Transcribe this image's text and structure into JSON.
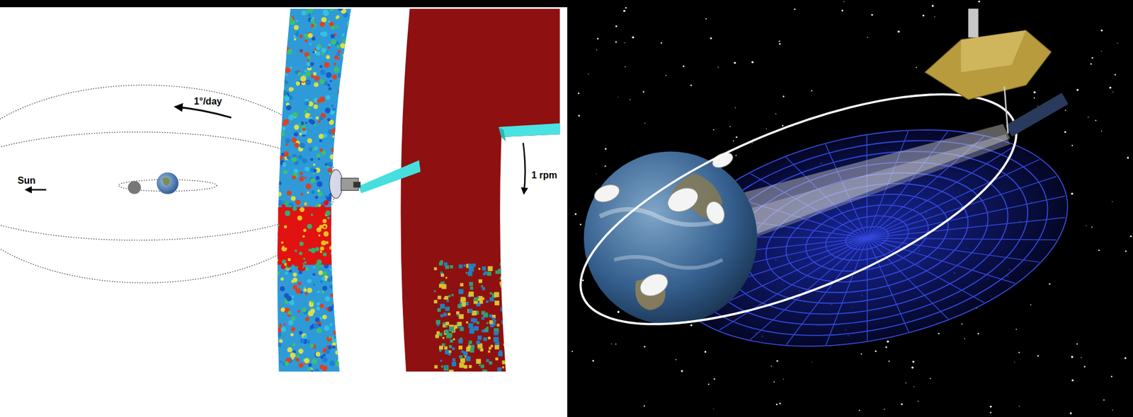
{
  "diagram": {
    "labels": [
      "1°/day",
      "Sun",
      "1 rpm"
    ]
  }
}
